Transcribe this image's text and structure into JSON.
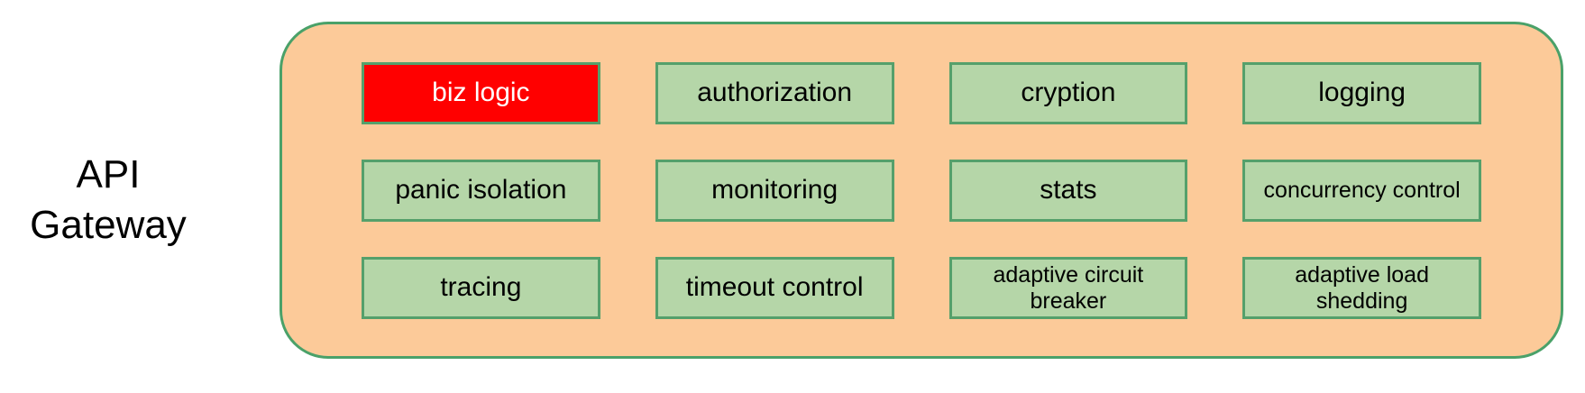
{
  "title": "API Gateway",
  "gateway": {
    "components": [
      {
        "label": "biz logic",
        "variant": "highlighted"
      },
      {
        "label": "authorization",
        "variant": "default"
      },
      {
        "label": "cryption",
        "variant": "default"
      },
      {
        "label": "logging",
        "variant": "default"
      },
      {
        "label": "panic isolation",
        "variant": "default"
      },
      {
        "label": "monitoring",
        "variant": "default"
      },
      {
        "label": "stats",
        "variant": "default"
      },
      {
        "label": "concurrency control",
        "variant": "default"
      },
      {
        "label": "tracing",
        "variant": "default"
      },
      {
        "label": "timeout control",
        "variant": "default"
      },
      {
        "label": "adaptive circuit breaker",
        "variant": "default"
      },
      {
        "label": "adaptive load shedding",
        "variant": "default"
      }
    ]
  },
  "colors": {
    "container-fill": "#FCCA99",
    "container-border": "#4AA169",
    "box-fill": "#B5D6A8",
    "box-border": "#55A06B",
    "highlight-fill": "#FF0000",
    "highlight-text": "#FFFFFF",
    "text": "#000000"
  }
}
